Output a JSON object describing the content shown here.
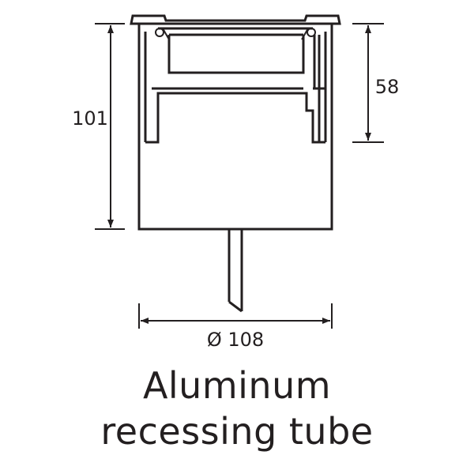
{
  "dimensions": {
    "height_total": "101",
    "height_upper": "58",
    "diameter": "Ø 108"
  },
  "caption": {
    "line1": "Aluminum",
    "line2": "recessing tube"
  },
  "colors": {
    "stroke": "#231f20",
    "background": "#ffffff"
  }
}
